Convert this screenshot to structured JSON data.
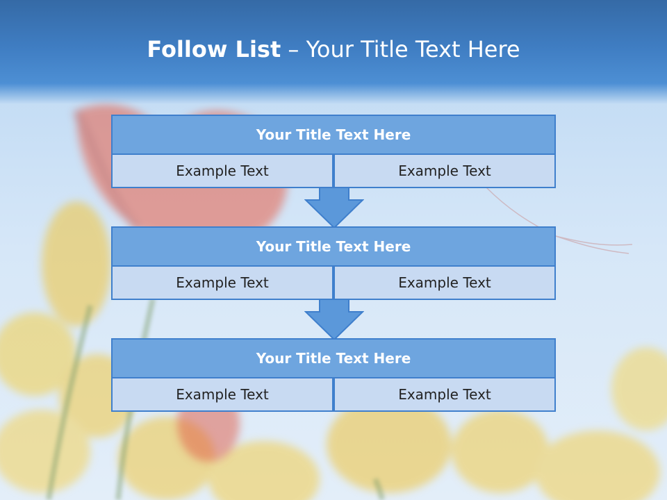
{
  "title": {
    "bold": "Follow List",
    "rest": "– Your Title Text Here"
  },
  "steps": [
    {
      "heading": "Your Title Text Here",
      "left": "Example Text",
      "right": "Example Text"
    },
    {
      "heading": "Your Title Text Here",
      "left": "Example Text",
      "right": "Example Text"
    },
    {
      "heading": "Your Title Text Here",
      "left": "Example Text",
      "right": "Example Text"
    }
  ],
  "colors": {
    "header": "#3f7dc2",
    "box_fill": "#6ea5df",
    "cell_fill": "#c8daf2",
    "border": "#3f7fcc",
    "arrow": "#5b98da"
  }
}
